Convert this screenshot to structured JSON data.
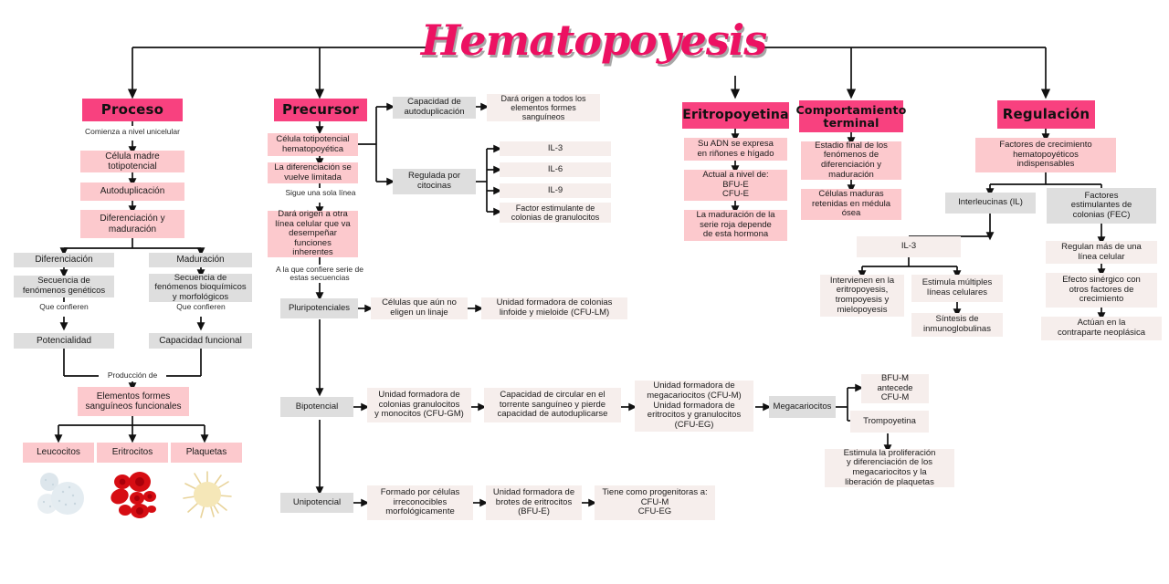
{
  "title": "Hematopoyesis",
  "colors": {
    "title_pink": "#f8417f",
    "box_pink": "#fcc9cd",
    "box_grey": "#dedede",
    "box_cream": "#f6eeec",
    "script_text": "#ec1162",
    "connector": "#111111"
  },
  "branches": {
    "proceso": {
      "header": "Proceso",
      "edge_label_1": "Comienza a nivel unicelular",
      "nodes": [
        "Célula madre\ntotipotencial",
        "Autoduplicación",
        "Diferenciación y\nmaduración"
      ],
      "left_path": {
        "head": "Diferenciación",
        "detail": "Secuencia de\nfenómenos genéticos",
        "edge_label": "Que confieren",
        "result": "Potencialidad"
      },
      "right_path": {
        "head": "Maduración",
        "detail": "Secuencia de\nfenómenos bioquímicos\ny morfológicos",
        "edge_label": "Que confieren",
        "result": "Capacidad funcional"
      },
      "merge_label": "Producción de",
      "merge_node": "Elementos formes\nsanguíneos funcionales",
      "outputs": [
        "Leucocitos",
        "Eritrocitos",
        "Plaquetas"
      ],
      "output_art": [
        "leukocyte-cluster-image",
        "erythrocyte-cluster-image",
        "platelet-image"
      ]
    },
    "precursor": {
      "header": "Precursor",
      "nodes": [
        "Célula totipotencial\nhematopoyética",
        "La diferenciación se\nvuelve limitada"
      ],
      "edge_label_1": "Sigue una sola línea",
      "node_3": "Dará origen a otra\nlínea celular que va\ndesempeñar\nfunciones\ninherentes",
      "edge_label_2": "A la que confiere serie de\nestas secuencias",
      "side": {
        "autoduplicacion": "Capacidad de\nautoduplicación",
        "autoduplicacion_result": "Dará origen a todos los\nelementos formes\nsanguíneos",
        "citocinas": "Regulada por\ncitocinas",
        "citocinas_list": [
          "IL-3",
          "IL-6",
          "IL-9",
          "Factor estimulante de\ncolonias de granulocitos"
        ]
      },
      "potencias": [
        {
          "name": "Pluripotenciales",
          "steps": [
            "Células que aún no\neligen un linaje",
            "Unidad formadora de colonias\nlinfoide y mieloide (CFU-LM)"
          ]
        },
        {
          "name": "Bipotencial",
          "steps": [
            "Unidad formadora de\ncolonias granulocitos\ny monocitos (CFU-GM)",
            "Capacidad de circular en el\ntorrente sanguíneo y pierde\ncapacidad de autoduplicarse",
            "Unidad formadora de\nmegacariocitos (CFU-M)\nUnidad formadora de\neritrocitos y granulocitos\n(CFU-EG)",
            "Megacariocitos"
          ],
          "megacariocitos_branch": [
            "BFU-M\nantecede\nCFU-M",
            "Trompoyetina"
          ],
          "trompoyetina_result": "Estimula la proliferación\ny diferenciación de los\nmegacariocitos y la\nliberación de plaquetas"
        },
        {
          "name": "Unipotencial",
          "steps": [
            "Formado por células\nirreconocibles\nmorfológicamente",
            "Unidad formadora de\nbrotes de eritrocitos\n(BFU-E)",
            "Tiene como progenitoras a:\nCFU-M\nCFU-EG"
          ]
        }
      ]
    },
    "eritropoyetina": {
      "header": "Eritropoyetina",
      "nodes": [
        "Su ADN se expresa\nen riñones e hígado",
        "Actual a nivel de:\nBFU-E\nCFU-E",
        "La maduración de la\nserie roja depende\nde esta hormona"
      ]
    },
    "comportamiento": {
      "header": "Comportamiento\nterminal",
      "nodes": [
        "Estadio final de los\nfenómenos de\ndiferenciación y\nmaduración",
        "Células maduras\nretenidas en médula\nósea"
      ]
    },
    "regulacion": {
      "header": "Regulación",
      "node_1": "Factores de crecimiento\nhematopoyéticos\nindispensables",
      "left": {
        "head": "Interleucinas (IL)",
        "sub": "IL-3",
        "children": [
          "Intervienen en la\neritropoyesis,\ntrompoyesis y\nmielopoyesis",
          "Estimula múltiples\nlíneas celulares"
        ],
        "child_result": "Síntesis de\ninmunoglobulinas"
      },
      "right": {
        "head": "Factores\nestimulantes de\ncolonias (FEC)",
        "steps": [
          "Regulan más de una\nlínea celular",
          "Efecto sinérgico con\notros factores de\ncrecimiento",
          "Actúan en la\ncontraparte neoplásica"
        ]
      }
    }
  }
}
